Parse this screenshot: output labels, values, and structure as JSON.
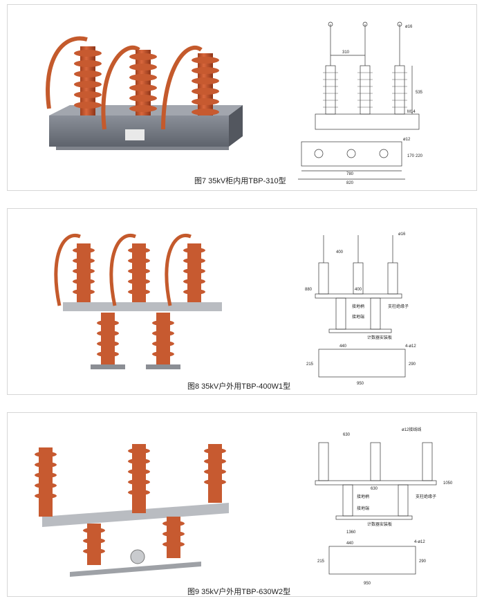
{
  "figures": [
    {
      "caption": "图7  35kV柜内用TBP-310型",
      "dims": {
        "terminal": "ø16",
        "spacing": "310",
        "height": "535",
        "bolt": "M14",
        "hole": "ø12",
        "w_inner": "780",
        "w_outer": "820",
        "d_inner": "170",
        "d_outer": "220"
      }
    },
    {
      "caption": "图8  35kV户外用TBP-400W1型",
      "dims": {
        "terminal": "ø16",
        "spacing_top": "400",
        "spacing_mid": "400",
        "height": "880",
        "label_support": "支柱绝缘子",
        "label_ground_top": "接地柄",
        "label_ground_bottom": "接地端",
        "label_counter": "计数器安装板",
        "base_w1": "440",
        "holes": "4-ø12",
        "base_d1": "215",
        "base_d2": "290",
        "base_w2": "950"
      }
    },
    {
      "caption": "图9  35kV户外用TBP-630W2型",
      "dims": {
        "terminal": "ø12接线线",
        "spacing_top": "630",
        "spacing_mid": "630",
        "height": "1050",
        "label_support": "支柱绝缘子",
        "label_ground_top": "接地柄",
        "label_ground_bottom": "接地端",
        "label_counter": "计数器安装板",
        "overall": "1360",
        "base_w1": "440",
        "holes": "4-ø12",
        "base_d1": "215",
        "base_d2": "290",
        "base_w2": "950"
      }
    }
  ]
}
